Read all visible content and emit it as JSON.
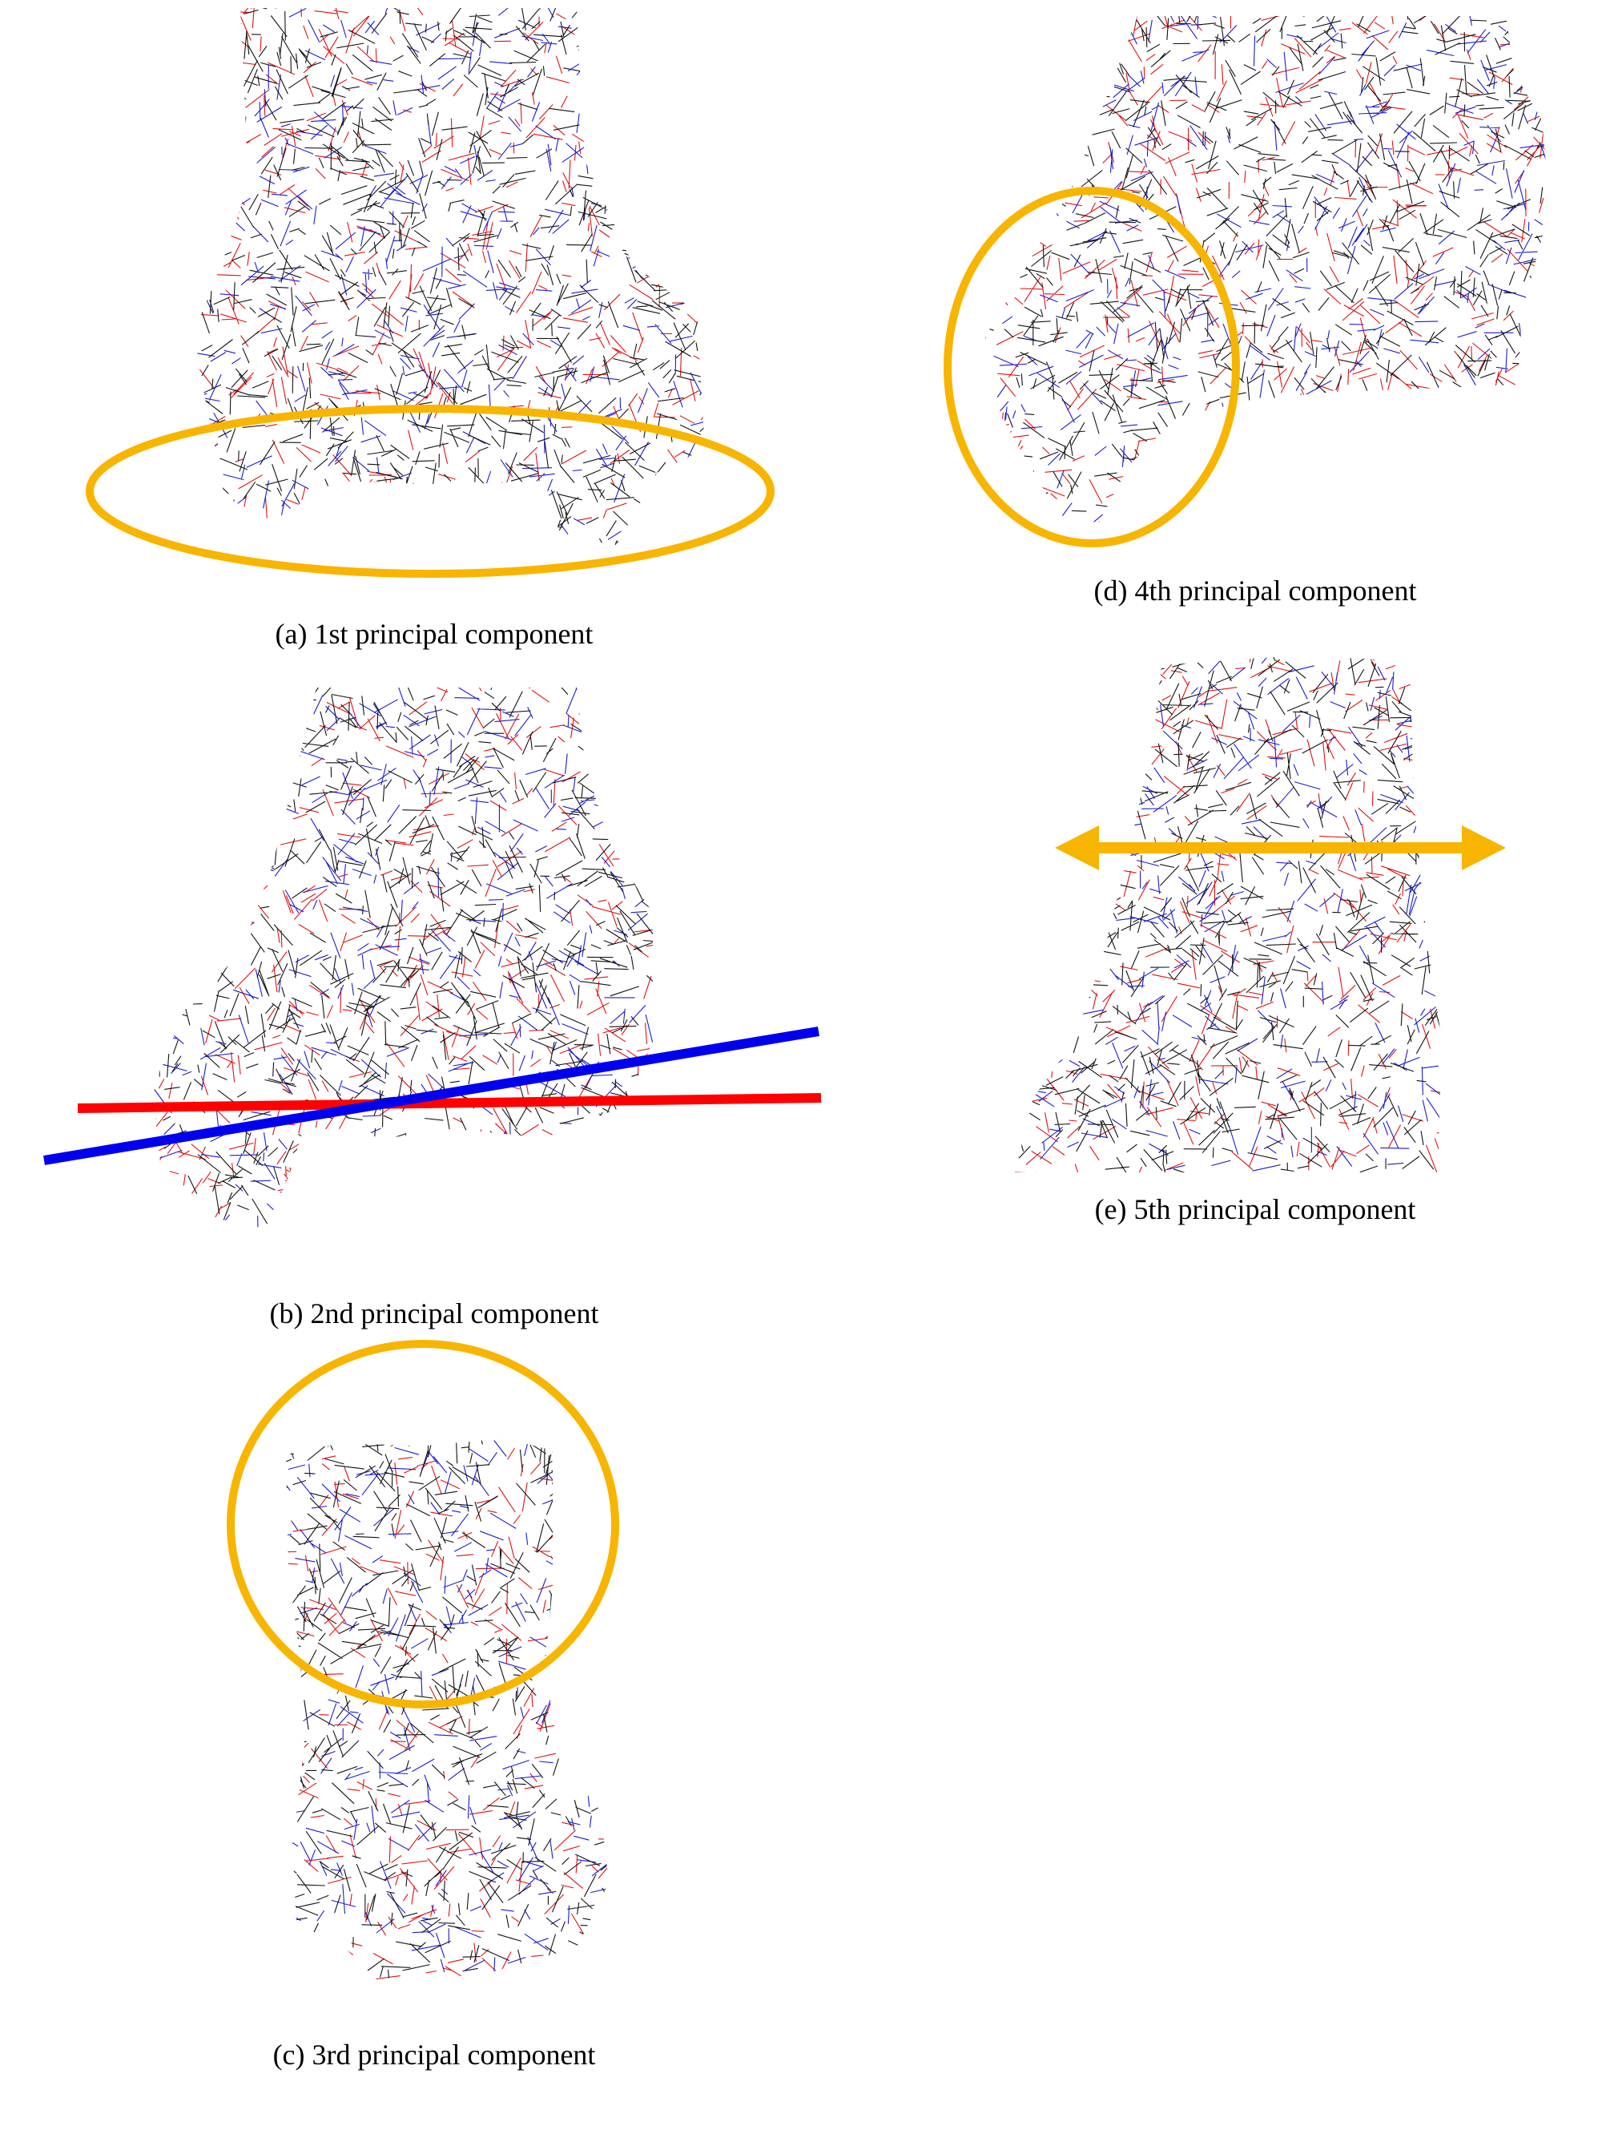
{
  "colors": {
    "highlight": "#F7B500",
    "mesh_red": "#e01010",
    "mesh_blue": "#1a1ad0",
    "mesh_black": "#111111",
    "axis_red": "#ff0000",
    "axis_blue": "#0000ee"
  },
  "panels": [
    {
      "id": "a",
      "caption": "(a) 1st principal component"
    },
    {
      "id": "b",
      "caption": "(b) 2nd principal component"
    },
    {
      "id": "c",
      "caption": "(c) 3rd principal component"
    },
    {
      "id": "d",
      "caption": "(d) 4th principal component"
    },
    {
      "id": "e",
      "caption": "(e) 5th principal component"
    }
  ]
}
